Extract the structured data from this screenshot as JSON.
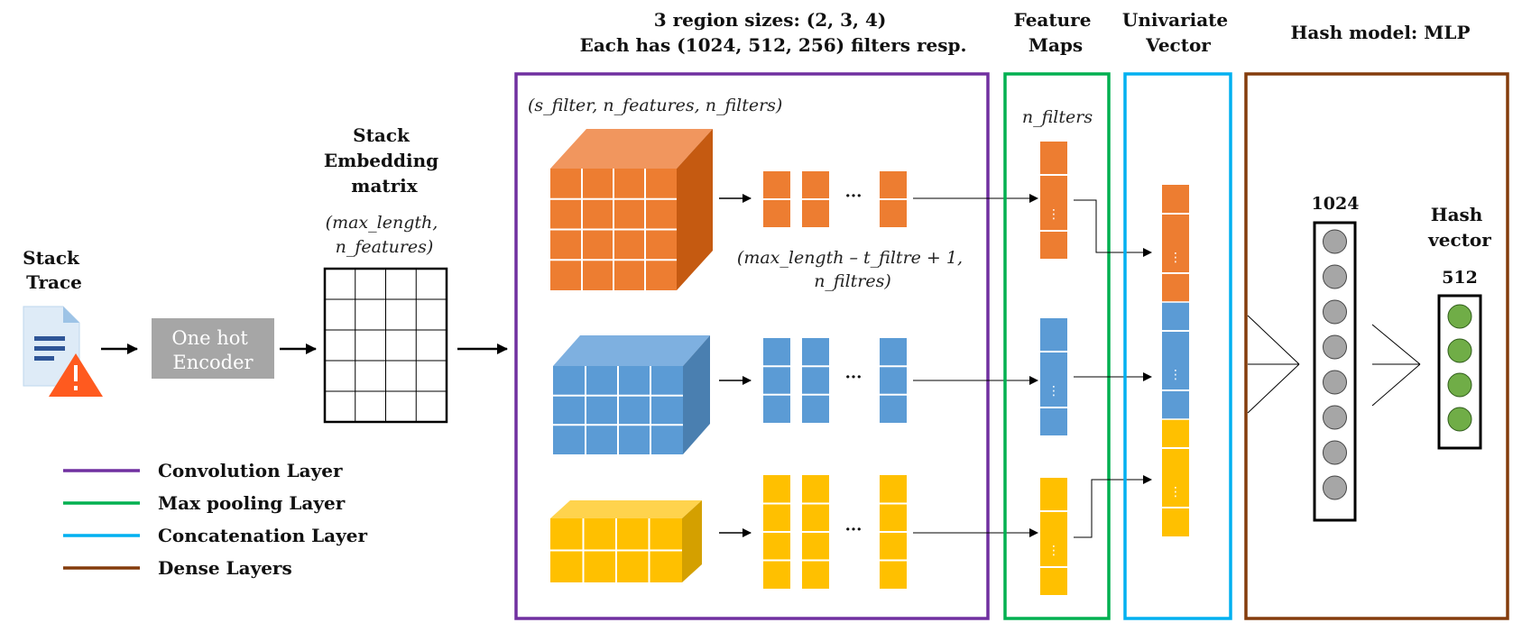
{
  "input": {
    "stack_trace_lines": [
      "Stack",
      "Trace"
    ],
    "encoder_lines": [
      "One hot",
      "Encoder"
    ],
    "embedding_title_lines": [
      "Stack",
      "Embedding",
      "matrix"
    ],
    "embedding_dims_lines": [
      "(max_length,",
      "n_features)"
    ]
  },
  "convolution": {
    "header_lines": [
      "3 region sizes: (2, 3, 4)",
      "Each has (1024, 512, 256) filters resp."
    ],
    "filter_dims": "(s_filter, n_features, n_filters)",
    "output_dims_lines": [
      "(max_length – t_filtre + 1,",
      "n_filtres)"
    ],
    "ellipsis": "···"
  },
  "feature_maps": {
    "header_lines": [
      "Feature",
      "Maps"
    ],
    "dims": "n_filters",
    "ellipsis": "⋮"
  },
  "univariate": {
    "header_lines": [
      "Univariate",
      "Vector"
    ]
  },
  "mlp": {
    "header": "Hash model: MLP",
    "hidden_size": "1024",
    "output_title_lines": [
      "Hash",
      "vector"
    ],
    "output_size": "512"
  },
  "legend": [
    {
      "label": "Convolution Layer",
      "color": "#7030A0"
    },
    {
      "label": "Max pooling Layer",
      "color": "#00B050"
    },
    {
      "label": "Concatenation Layer",
      "color": "#00B0F0"
    },
    {
      "label": "Dense Layers",
      "color": "#843C0C"
    }
  ],
  "colors": {
    "orange": "#ED7D31",
    "blue": "#5B9BD5",
    "yellow": "#FFC000",
    "encoder_gray": "#A6A6A6",
    "neuron_gray": "#A6A6A6",
    "neuron_green": "#70AD47"
  }
}
